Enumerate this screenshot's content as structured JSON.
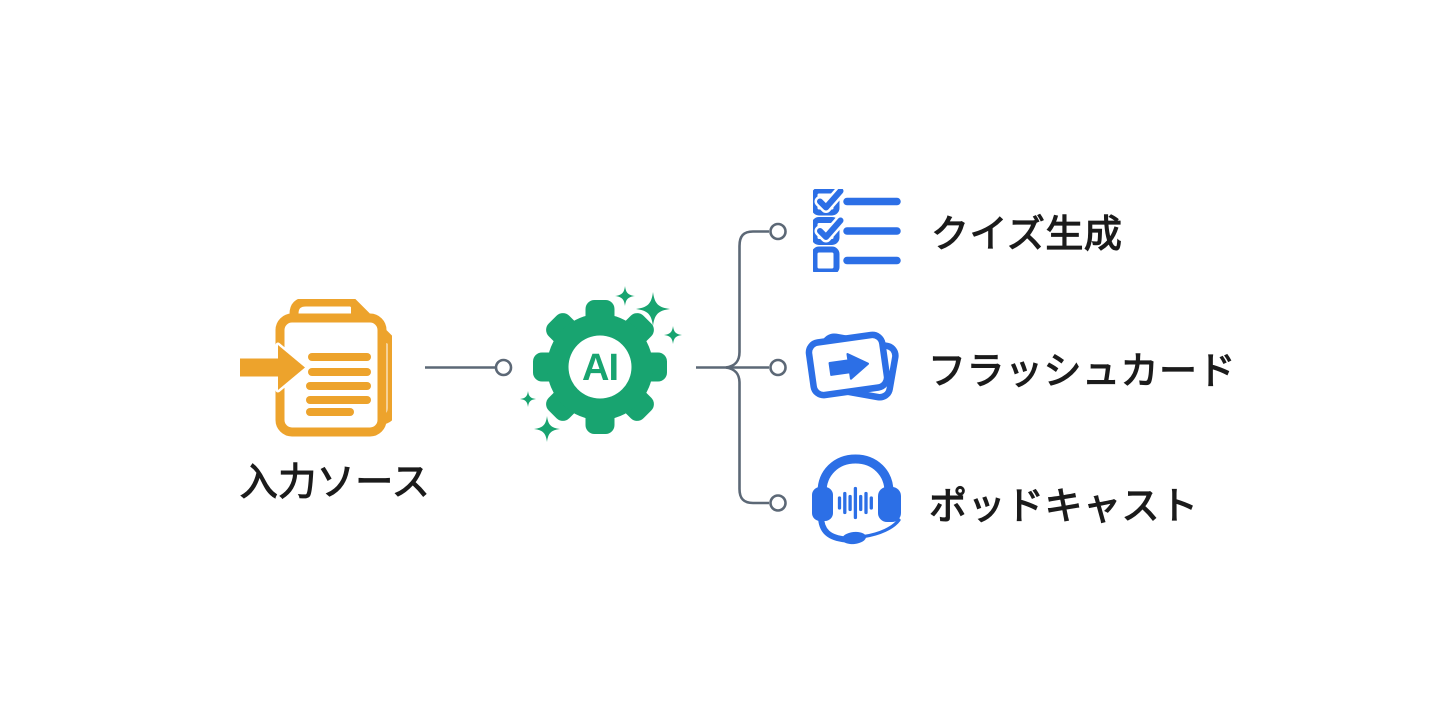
{
  "colors": {
    "orange": "#EDA32C",
    "green": "#18A470",
    "blue": "#2C6FE6",
    "connector_gray": "#5C6876",
    "text": "#1B1B1B",
    "background": "#FFFFFF"
  },
  "input_node": {
    "label": "入力ソース",
    "icon": "document-import-icon"
  },
  "ai_node": {
    "label": "AI",
    "icon": "ai-gear-icon"
  },
  "outputs": [
    {
      "label": "クイズ生成",
      "icon": "quiz-checklist-icon"
    },
    {
      "label": "フラッシュカード",
      "icon": "flashcards-icon"
    },
    {
      "label": "ポッドキャスト",
      "icon": "podcast-headset-icon"
    }
  ]
}
